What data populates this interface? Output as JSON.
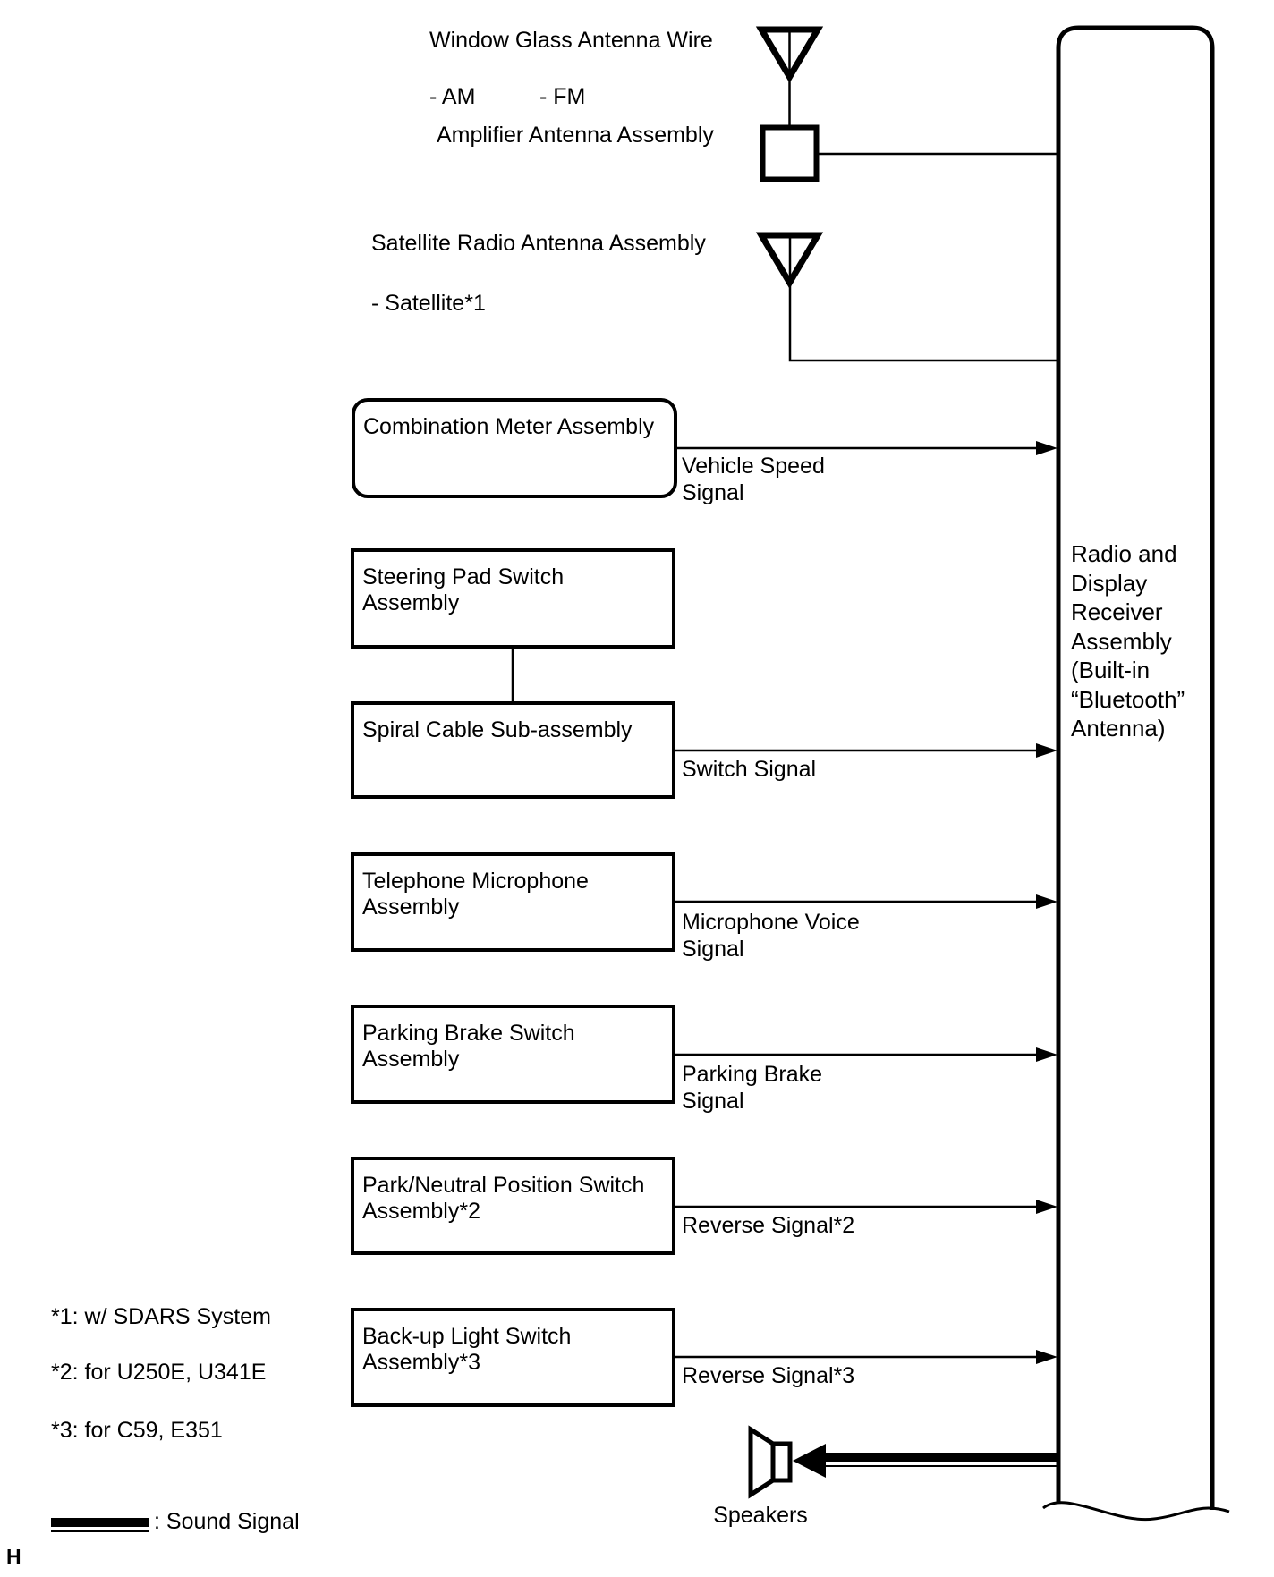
{
  "antenna_section": {
    "window_glass_wire": "Window Glass Antenna Wire",
    "am": "- AM",
    "fm": "- FM",
    "amplifier": "Amplifier Antenna Assembly",
    "satellite_assembly": "Satellite Radio Antenna Assembly",
    "satellite_band": "- Satellite*1"
  },
  "receiver": {
    "label": "Radio and\nDisplay\nReceiver\nAssembly\n(Built-in\n“Bluetooth”\nAntenna)"
  },
  "components": [
    {
      "label": "Combination Meter Assembly",
      "signal": "Vehicle Speed\nSignal"
    },
    {
      "label": "Steering Pad Switch Assembly",
      "signal": null
    },
    {
      "label": "Spiral Cable Sub-assembly",
      "signal": "Switch Signal"
    },
    {
      "label": "Telephone Microphone Assembly",
      "signal": "Microphone Voice\nSignal"
    },
    {
      "label": "Parking Brake Switch Assembly",
      "signal": "Parking Brake\nSignal"
    },
    {
      "label": "Park/Neutral Position Switch Assembly*2",
      "signal": "Reverse Signal*2"
    },
    {
      "label": "Back-up Light Switch Assembly*3",
      "signal": "Reverse Signal*3"
    }
  ],
  "speakers": {
    "label": "Speakers"
  },
  "footnotes": [
    "*1: w/ SDARS System",
    "*2: for U250E, U341E",
    "*3: for C59, E351"
  ],
  "legend": {
    "sound_signal": ": Sound Signal"
  },
  "page_marker": "H",
  "colors": {
    "line": "#000000",
    "background": "#ffffff"
  }
}
